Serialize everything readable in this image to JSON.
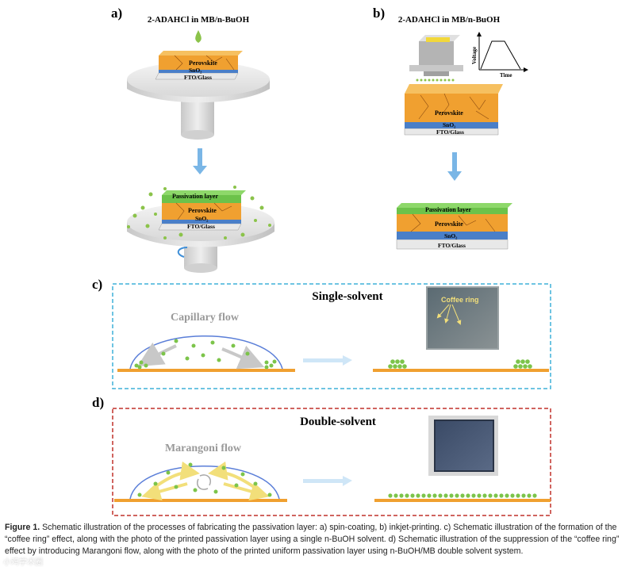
{
  "panels": {
    "a": {
      "label": "a)",
      "title": "2-ADAHCl in MB/n-BuOH",
      "layers_top": [
        "Perovskite",
        "SnO₂",
        "FTO/Glass"
      ],
      "layers_bottom": [
        "Passivation layer",
        "Perovskite",
        "SnO₂",
        "FTO/Glass"
      ]
    },
    "b": {
      "label": "b)",
      "title": "2-ADAHCl in MB/n-BuOH",
      "graph_ylabel": "Voltage",
      "graph_xlabel": "Time",
      "layers_top": [
        "Perovskite",
        "SnO₂",
        "FTO/Glass"
      ],
      "layers_bottom": [
        "Passivation layer",
        "Perovskite",
        "SnO₂",
        "FTO/Glass"
      ]
    },
    "c": {
      "label": "c)",
      "title": "Single-solvent",
      "flow_label": "Capillary flow",
      "photo_label": "Coffee ring"
    },
    "d": {
      "label": "d)",
      "title": "Double-solvent",
      "flow_label": "Marangoni flow"
    }
  },
  "caption": {
    "figure_label": "Figure 1.",
    "text": "Schematic illustration of the processes of fabricating the passivation layer: a) spin-coating, b) inkjet-printing. c) Schematic illustration of the formation of the “coffee ring” effect, along with the photo of the printed passivation layer using a single n-BuOH solvent. d) Schematic illustration of the suppression of the “coffee ring” effect by introducing Marangoni flow, along with the photo of the printed uniform passivation layer using n-BuOH/MB double solvent system."
  },
  "watermark": "小鸡学术圈",
  "colors": {
    "perovskite": "#f0a030",
    "sno2": "#4a7fc8",
    "glass": "#e8e8e8",
    "passivation": "#6cc24a",
    "droplet": "#8bc34a",
    "substrate_line": "#f0a030",
    "box_c": "#3fb0d8",
    "box_d": "#c0302a",
    "arrow": "#7ab6e6"
  }
}
